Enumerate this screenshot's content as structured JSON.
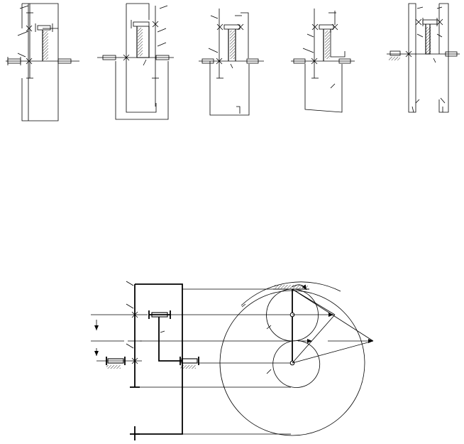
{
  "figure": {
    "background": "#ffffff",
    "stroke_color": "#000000",
    "top_row": {
      "panel_count": 5,
      "panels": [
        {
          "id": "a",
          "symbols": [
            "sun-gear",
            "planet-gear",
            "ring-gear",
            "carrier",
            "shaft-bearing"
          ]
        },
        {
          "id": "b",
          "symbols": [
            "sun-gear",
            "planet-gear",
            "ring-gear",
            "carrier",
            "shaft-bearing"
          ]
        },
        {
          "id": "c",
          "symbols": [
            "sun-gear",
            "planet-gear",
            "carrier",
            "shaft-bearing"
          ]
        },
        {
          "id": "d",
          "symbols": [
            "sun-gear",
            "planet-gear",
            "carrier",
            "shaft-bearing"
          ]
        },
        {
          "id": "e",
          "symbols": [
            "sun-gear",
            "double-planet-gear",
            "fixed-ground",
            "shaft-bearing"
          ]
        }
      ]
    },
    "bottom": {
      "kinematic": {
        "symbols": [
          "gear-1",
          "gear-2",
          "gear-3",
          "carrier-h",
          "fixed-ground",
          "shaft-bearing"
        ]
      },
      "velocity_diagram": {
        "circles": 3,
        "arrow_markers": 3
      }
    }
  }
}
